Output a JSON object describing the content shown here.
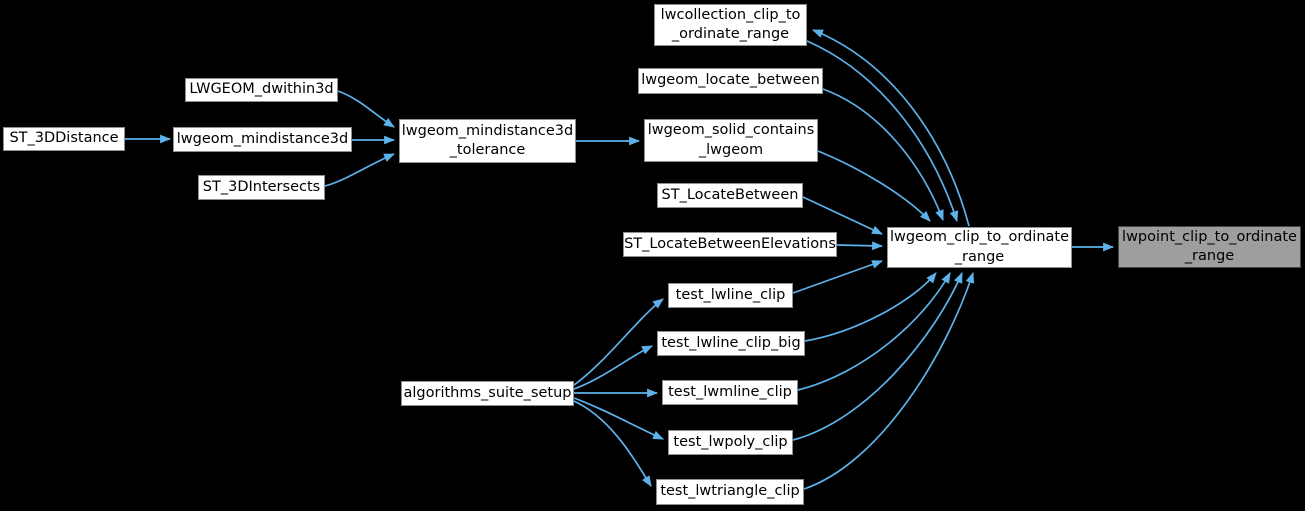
{
  "diagram": {
    "kind": "call-graph",
    "background": "#000000",
    "node_fill": "#ffffff",
    "node_border": "#8f8f8f",
    "highlight_fill": "#9e9e9e",
    "highlight_border": "#474747",
    "edge_color": "#5eb2ec",
    "text_color": "#000000"
  },
  "nodes": {
    "st_3ddistance": {
      "label": "ST_3DDistance"
    },
    "lwgeom_dwithin3d": {
      "label": "LWGEOM_dwithin3d"
    },
    "lwgeom_mindistance3d": {
      "label": "lwgeom_mindistance3d"
    },
    "st_3dintersects": {
      "label": "ST_3DIntersects"
    },
    "lwgeom_mindistance3d_tolerance": {
      "label": "lwgeom_mindistance3d\n_tolerance"
    },
    "lwcollection_clip_to_ordinate_range": {
      "label": "lwcollection_clip_to\n_ordinate_range"
    },
    "lwgeom_locate_between": {
      "label": "lwgeom_locate_between"
    },
    "lwgeom_solid_contains_lwgeom": {
      "label": "lwgeom_solid_contains\n_lwgeom"
    },
    "st_locatebetween": {
      "label": "ST_LocateBetween"
    },
    "st_locatebetweenelevations": {
      "label": "ST_LocateBetweenElevations"
    },
    "test_lwline_clip": {
      "label": "test_lwline_clip"
    },
    "test_lwline_clip_big": {
      "label": "test_lwline_clip_big"
    },
    "algorithms_suite_setup": {
      "label": "algorithms_suite_setup"
    },
    "test_lwmline_clip": {
      "label": "test_lwmline_clip"
    },
    "test_lwpoly_clip": {
      "label": "test_lwpoly_clip"
    },
    "test_lwtriangle_clip": {
      "label": "test_lwtriangle_clip"
    },
    "lwgeom_clip_to_ordinate_range": {
      "label": "lwgeom_clip_to_ordinate\n_range"
    },
    "lwpoint_clip_to_ordinate_range": {
      "label": "lwpoint_clip_to_ordinate\n_range",
      "highlighted": true
    }
  },
  "edges": [
    {
      "from": "st_3ddistance",
      "to": "lwgeom_mindistance3d"
    },
    {
      "from": "lwgeom_dwithin3d",
      "to": "lwgeom_mindistance3d_tolerance"
    },
    {
      "from": "lwgeom_mindistance3d",
      "to": "lwgeom_mindistance3d_tolerance"
    },
    {
      "from": "st_3dintersects",
      "to": "lwgeom_mindistance3d_tolerance"
    },
    {
      "from": "lwgeom_mindistance3d_tolerance",
      "to": "lwgeom_solid_contains_lwgeom"
    },
    {
      "from": "lwgeom_solid_contains_lwgeom",
      "to": "lwgeom_clip_to_ordinate_range"
    },
    {
      "from": "lwgeom_locate_between",
      "to": "lwgeom_clip_to_ordinate_range"
    },
    {
      "from": "lwcollection_clip_to_ordinate_range",
      "to": "lwgeom_clip_to_ordinate_range"
    },
    {
      "from": "lwgeom_clip_to_ordinate_range",
      "to": "lwcollection_clip_to_ordinate_range"
    },
    {
      "from": "st_locatebetween",
      "to": "lwgeom_clip_to_ordinate_range"
    },
    {
      "from": "st_locatebetweenelevations",
      "to": "lwgeom_clip_to_ordinate_range"
    },
    {
      "from": "test_lwline_clip",
      "to": "lwgeom_clip_to_ordinate_range"
    },
    {
      "from": "test_lwline_clip_big",
      "to": "lwgeom_clip_to_ordinate_range"
    },
    {
      "from": "test_lwmline_clip",
      "to": "lwgeom_clip_to_ordinate_range"
    },
    {
      "from": "test_lwpoly_clip",
      "to": "lwgeom_clip_to_ordinate_range"
    },
    {
      "from": "test_lwtriangle_clip",
      "to": "lwgeom_clip_to_ordinate_range"
    },
    {
      "from": "algorithms_suite_setup",
      "to": "test_lwline_clip"
    },
    {
      "from": "algorithms_suite_setup",
      "to": "test_lwline_clip_big"
    },
    {
      "from": "algorithms_suite_setup",
      "to": "test_lwmline_clip"
    },
    {
      "from": "algorithms_suite_setup",
      "to": "test_lwpoly_clip"
    },
    {
      "from": "algorithms_suite_setup",
      "to": "test_lwtriangle_clip"
    },
    {
      "from": "lwgeom_clip_to_ordinate_range",
      "to": "lwpoint_clip_to_ordinate_range"
    }
  ]
}
